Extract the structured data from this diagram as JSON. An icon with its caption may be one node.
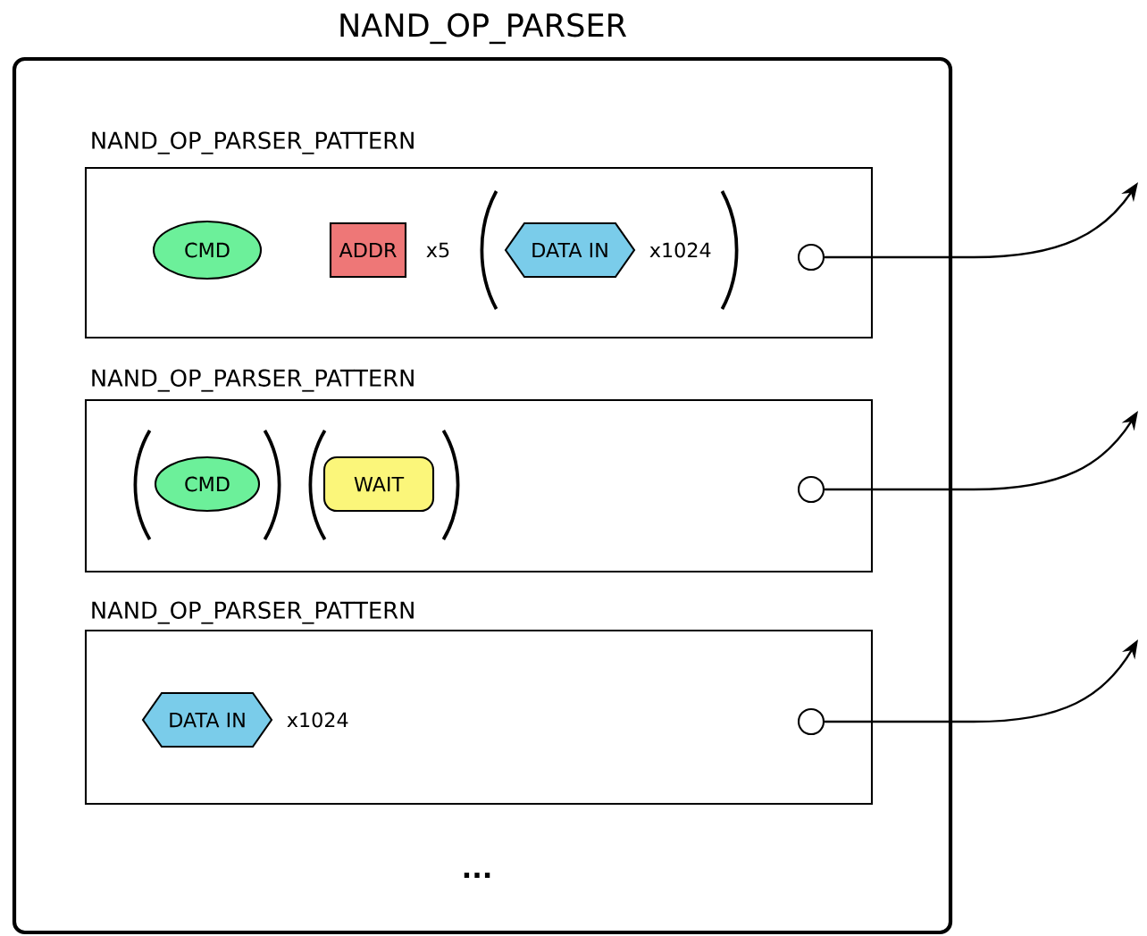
{
  "diagram": {
    "nodes": [
      {
        "text": [
          "NAND_OP_PARSER"
        ]
      },
      {
        "text": [
          "NAND_OP_PARSER_PATTERN"
        ],
        "in": 0
      },
      {
        "text": [
          "CMD"
        ],
        "in": 1
      },
      {
        "text": [
          "ADDR"
        ],
        "in": 1,
        "beside": [
          "x5"
        ]
      },
      {
        "text": [
          "DATA IN"
        ],
        "in": 1,
        "beside": [
          "x1024"
        ]
      },
      {
        "text": [],
        "shape": "circle",
        "in": 1
      },
      {
        "text": [
          "NAND_OP_PARSER_PATTERN"
        ],
        "in": 0
      },
      {
        "text": [
          "CMD"
        ],
        "in": 6
      },
      {
        "text": [
          "WAIT"
        ],
        "in": 6
      },
      {
        "text": [],
        "shape": "circle",
        "in": 6
      },
      {
        "text": [
          "NAND_OP_PARSER_PATTERN"
        ],
        "in": 0
      },
      {
        "text": [
          "DATA IN"
        ],
        "in": 10,
        "beside": [
          "x1024"
        ]
      },
      {
        "text": [],
        "shape": "circle",
        "in": 10
      }
    ],
    "edges": [
      {
        "from": 5,
        "to": null,
        "arrow": "to"
      },
      {
        "from": 9,
        "to": null,
        "arrow": "to"
      },
      {
        "from": 12,
        "to": null,
        "arrow": "to"
      }
    ],
    "labels": [
      "..."
    ]
  }
}
